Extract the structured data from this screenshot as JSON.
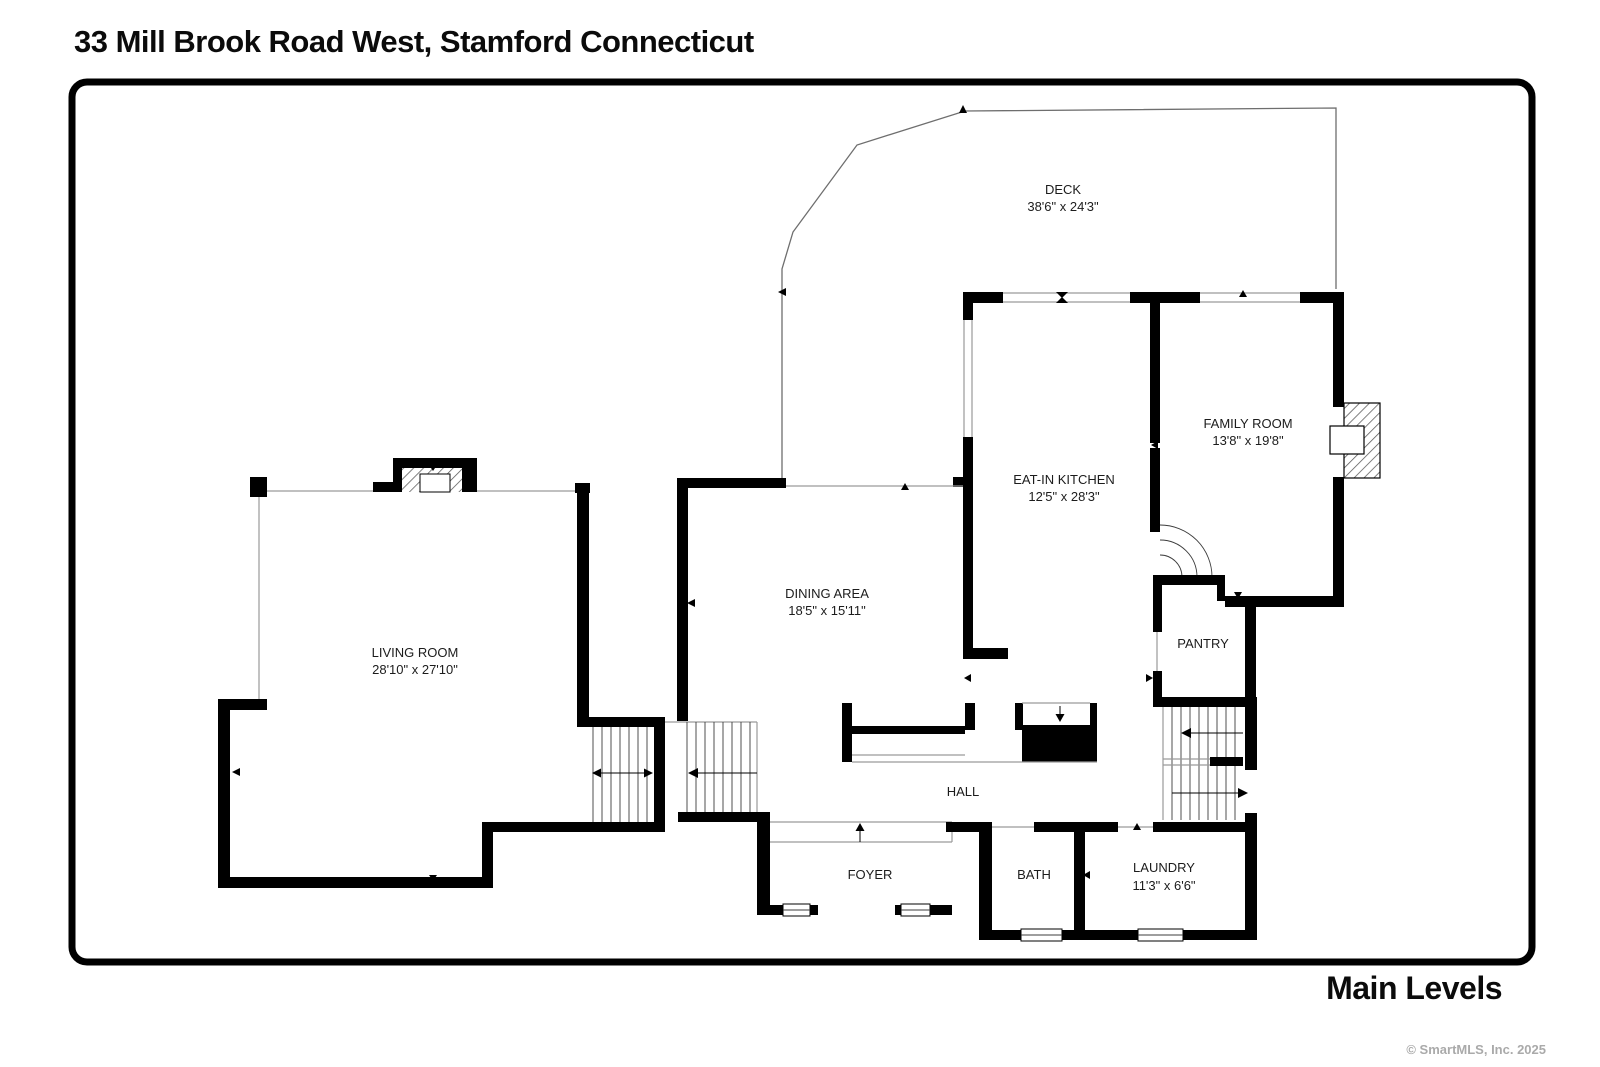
{
  "header": {
    "title": "33 Mill Brook Road West, Stamford Connecticut"
  },
  "footer": {
    "plan_label": "Main Levels",
    "copyright": "© SmartMLS, Inc.  2025"
  },
  "rooms": {
    "deck": {
      "name": "DECK",
      "dims": "38'6\" x 24'3\""
    },
    "family": {
      "name": "FAMILY ROOM",
      "dims": "13'8\" x 19'8\""
    },
    "kitchen": {
      "name": "EAT-IN KITCHEN",
      "dims": "12'5\" x 28'3\""
    },
    "dining": {
      "name": "DINING AREA",
      "dims": "18'5\" x 15'11\""
    },
    "living": {
      "name": "LIVING ROOM",
      "dims": "28'10\" x 27'10\""
    },
    "pantry": {
      "name": "PANTRY"
    },
    "hall": {
      "name": "HALL"
    },
    "foyer": {
      "name": "FOYER"
    },
    "bath": {
      "name": "BATH"
    },
    "laundry": {
      "name": "LAUNDRY",
      "dims": "11'3\" x 6'6\""
    }
  },
  "colors": {
    "wall": "#000000",
    "thin_line": "#9a9a9a",
    "deck_line": "#6e6e6e",
    "label_text": "#1c1c1c",
    "copyright_text": "#aaaaaa",
    "background": "#ffffff"
  }
}
